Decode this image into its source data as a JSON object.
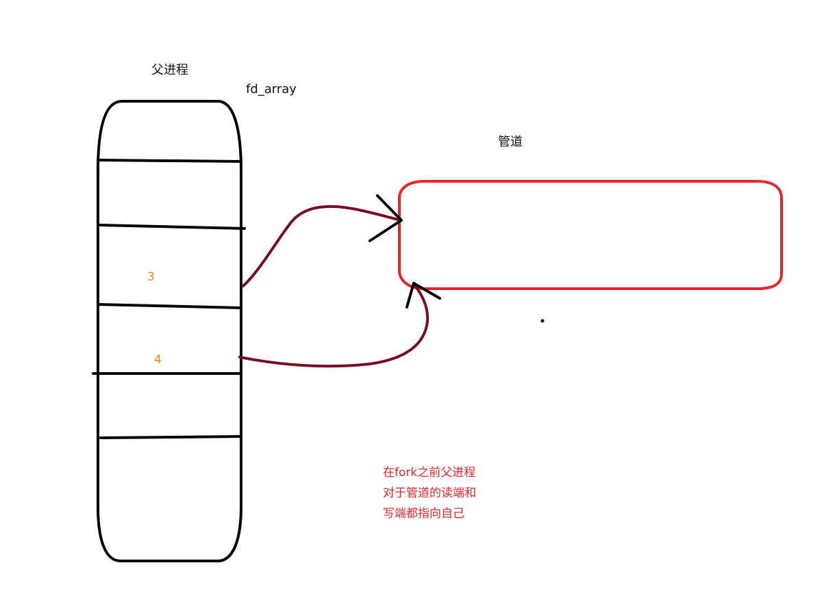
{
  "labels": {
    "parent_process": "父进程",
    "fd_array": "fd_array",
    "pipe": "管道"
  },
  "fd_slots": {
    "fd3": "3",
    "fd4": "4"
  },
  "note": {
    "line1": "在fork之前父进程",
    "line2": "对于管道的读端和",
    "line3": "写端都指向自己"
  },
  "colors": {
    "outline": "#000000",
    "pipe_outline": "#e8242c",
    "pointer": "#7a0a20",
    "fd_number": "#f07d1e",
    "note_text": "#e8242c"
  }
}
